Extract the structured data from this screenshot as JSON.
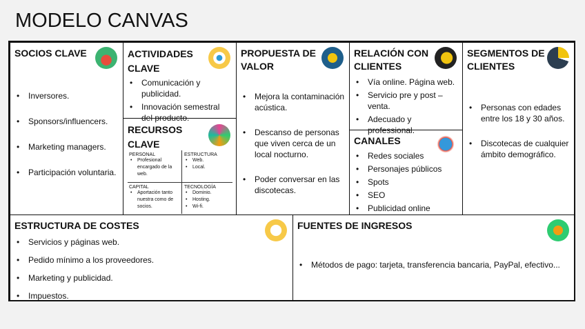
{
  "title": "MODELO CANVAS",
  "socios": {
    "title": "SOCIOS CLAVE",
    "icon": "people-icon",
    "items": [
      "Inversores.",
      "Sponsors/influencers.",
      "Marketing managers.",
      "Participación voluntaria."
    ]
  },
  "actividades": {
    "title": "ACTIVIDADES CLAVE",
    "icon": "eye-icon",
    "items": [
      "Comunicación y publicidad.",
      "Innovación semestral del producto."
    ]
  },
  "recursos": {
    "title": "RECURSOS CLAVE",
    "icon": "gears-icon",
    "personal": {
      "label": "PERSONAL",
      "items": [
        "Profesional encargado de la web."
      ]
    },
    "estructura": {
      "label": "ESTRUCTURA",
      "items": [
        "Web.",
        "Local."
      ]
    },
    "capital": {
      "label": "CAPITAL",
      "items": [
        "Aportación tanto nuestra como de socios."
      ]
    },
    "tecnologia": {
      "label": "TECNOLOGÍA",
      "items": [
        "Dominio.",
        "Hosting.",
        "Wi-fi."
      ]
    }
  },
  "propuesta": {
    "title": "PROPUESTA DE VALOR",
    "icon": "diamond-icon",
    "items": [
      "Mejora la contaminación acústica.",
      "Descanso de personas que viven cerca de un local nocturno.",
      "Poder conversar en las discotecas."
    ]
  },
  "relacion": {
    "title": "RELACIÓN CON CLIENTES",
    "icon": "head-icon",
    "items": [
      "Vía online. Página web.",
      "Servicio pre y post – venta.",
      "Adecuado y professional."
    ]
  },
  "canales": {
    "title": "CANALES",
    "icon": "globe-pin-icon",
    "items": [
      "Redes sociales",
      "Personajes públicos",
      "Spots",
      "SEO",
      "Publicidad online"
    ]
  },
  "segmentos": {
    "title": "SEGMENTOS DE CLIENTES",
    "icon": "pie-chart-icon",
    "items": [
      "Personas con edades entre los 18 y 30 años.",
      "Discotecas de cualquier ámbito demográfico."
    ]
  },
  "costes": {
    "title": "ESTRUCTURA DE COSTES",
    "icon": "invoice-icon",
    "items": [
      "Servicios y páginas web.",
      "Pedido mínimo a los proveedores.",
      "Marketing y publicidad.",
      "Impuestos."
    ]
  },
  "ingresos": {
    "title": "FUENTES DE INGRESOS",
    "icon": "money-bag-icon",
    "items": [
      "Métodos de pago: tarjeta, transferencia bancaria, PayPal, efectivo..."
    ]
  }
}
